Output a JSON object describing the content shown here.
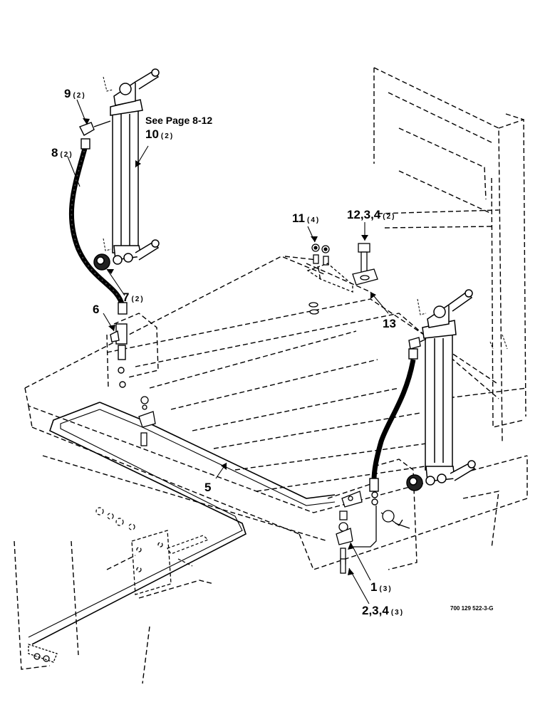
{
  "callouts": {
    "c9": {
      "num": "9",
      "qty": "(2)"
    },
    "c8": {
      "num": "8",
      "qty": "(2)"
    },
    "c10": {
      "num": "10",
      "qty": "(2)"
    },
    "c7": {
      "num": "7",
      "qty": "(2)"
    },
    "c6": {
      "num": "6",
      "qty": ""
    },
    "c11": {
      "num": "11",
      "qty": "(4)"
    },
    "c12": {
      "num": "12,3,4",
      "qty": "(2)"
    },
    "c13": {
      "num": "13",
      "qty": ""
    },
    "c5": {
      "num": "5",
      "qty": ""
    },
    "c1": {
      "num": "1",
      "qty": "(3)"
    },
    "c234": {
      "num": "2,3,4",
      "qty": "(3)"
    }
  },
  "see_page_note": "See Page 8-12",
  "drawing_ref": "700 129 522-3-G",
  "colors": {
    "ink": "#000000",
    "paper": "#ffffff"
  }
}
